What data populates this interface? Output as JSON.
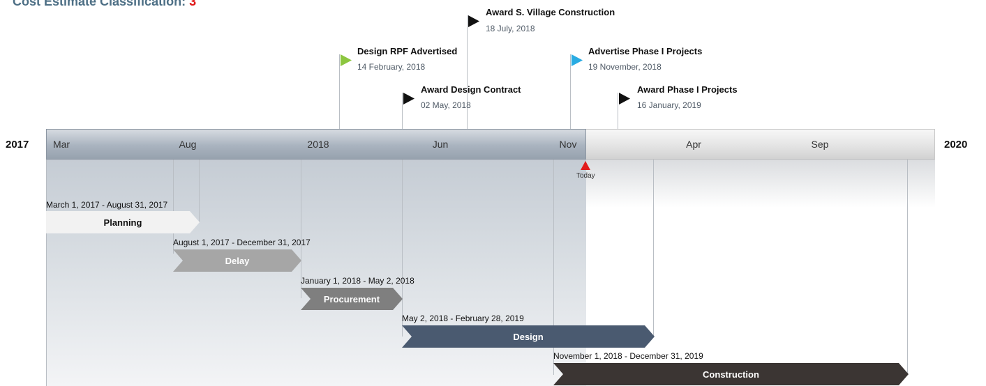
{
  "header": {
    "title": "Cost Estimate Classification:",
    "classification": "3"
  },
  "timeline": {
    "start_year": "2017",
    "end_year": "2020",
    "axis_labels": [
      "Mar",
      "Aug",
      "2018",
      "Jun",
      "Nov",
      "Apr",
      "Sep"
    ],
    "today_label": "Today"
  },
  "milestones": [
    {
      "title": "Design RPF Advertised",
      "date": "14 February, 2018",
      "flag_color": "#8cc63f"
    },
    {
      "title": "Award S. Village Construction",
      "date": "18 July, 2018",
      "flag_color": "#111111"
    },
    {
      "title": "Award Design Contract",
      "date": "02 May, 2018",
      "flag_color": "#111111"
    },
    {
      "title": "Advertise Phase I Projects",
      "date": "19 November, 2018",
      "flag_color": "#29abe2"
    },
    {
      "title": "Award Phase I Projects",
      "date": "16 January, 2019",
      "flag_color": "#111111"
    }
  ],
  "tasks": [
    {
      "name": "Planning",
      "range": "March 1, 2017 - August 31, 2017",
      "color": "#f2f2f2",
      "text_color": "#111111"
    },
    {
      "name": "Delay",
      "range": "August 1, 2017 - December 31, 2017",
      "color": "#a6a6a6",
      "text_color": "#ffffff"
    },
    {
      "name": "Procurement",
      "range": "January 1, 2018 - May 2, 2018",
      "color": "#7f7f7f",
      "text_color": "#ffffff"
    },
    {
      "name": "Design",
      "range": "May 2, 2018 - February 28, 2019",
      "color": "#4a5a70",
      "text_color": "#ffffff"
    },
    {
      "name": "Construction",
      "range": "November 1, 2018 - December 31, 2019",
      "color": "#3b3533",
      "text_color": "#ffffff"
    }
  ]
}
